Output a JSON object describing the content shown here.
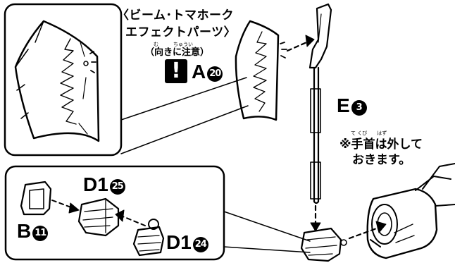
{
  "effect_label_line1": "〈ビーム･トマホーク",
  "effect_label_line2": "エフェクトパーツ〉",
  "orientation_note": "（向きに注意）",
  "orientation_ruby": "む　　　ちゅうい",
  "warning_symbol": "!",
  "part_a": {
    "letter": "A",
    "number": "20"
  },
  "part_e": {
    "letter": "E",
    "number": "3"
  },
  "part_b": {
    "letter": "B",
    "number": "11"
  },
  "part_d1_top": {
    "letter": "D1",
    "number": "25"
  },
  "part_d1_bottom": {
    "letter": "D1",
    "number": "24"
  },
  "wrist_note_line1": "※手首は外して",
  "wrist_note_line2": "おきます。",
  "wrist_note_ruby": "て くび　　はず"
}
